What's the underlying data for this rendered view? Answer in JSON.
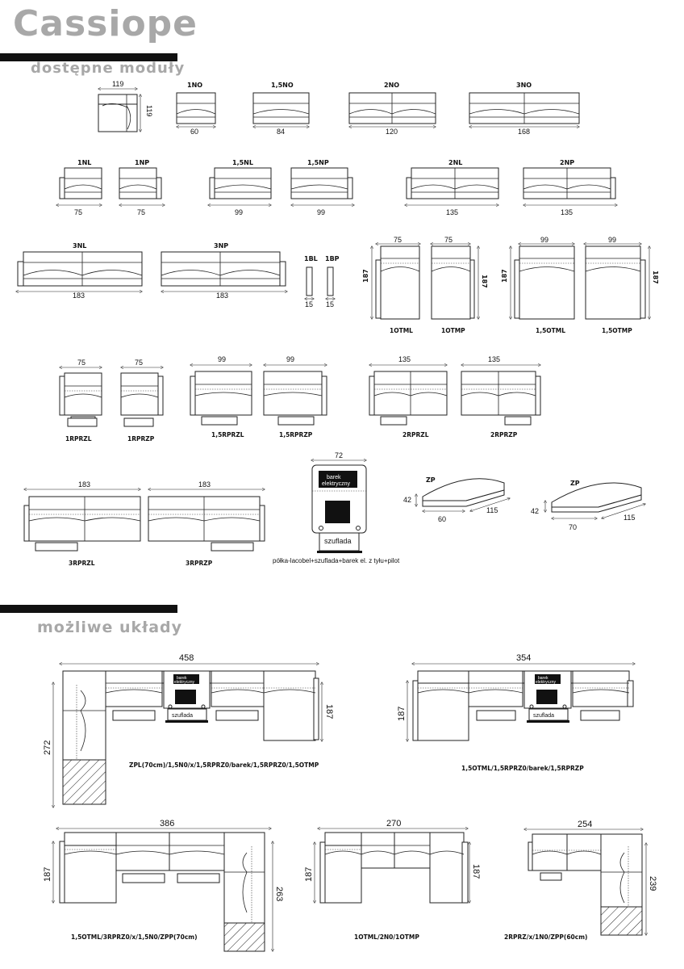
{
  "title": "Cassiope",
  "sections": {
    "modules": "dostępne moduły",
    "layouts": "możliwe układy"
  },
  "modules": {
    "corner": {
      "w": "119",
      "h": "119"
    },
    "no": [
      {
        "label": "1NO",
        "dim": "60"
      },
      {
        "label": "1,5NO",
        "dim": "84"
      },
      {
        "label": "2NO",
        "dim": "120"
      },
      {
        "label": "3NO",
        "dim": "168"
      }
    ],
    "nl_np": [
      {
        "label": "1NL",
        "dim": "75"
      },
      {
        "label": "1NP",
        "dim": "75"
      },
      {
        "label": "1,5NL",
        "dim": "99"
      },
      {
        "label": "1,5NP",
        "dim": "99"
      },
      {
        "label": "2NL",
        "dim": "135"
      },
      {
        "label": "2NP",
        "dim": "135"
      }
    ],
    "n3": [
      {
        "label": "3NL",
        "dim": "183"
      },
      {
        "label": "3NP",
        "dim": "183"
      }
    ],
    "bl_bp": [
      {
        "label": "1BL",
        "dim": "15"
      },
      {
        "label": "1BP",
        "dim": "15"
      }
    ],
    "otm": [
      {
        "label": "1OTML",
        "dim": "75",
        "depth": "187"
      },
      {
        "label": "1OTMP",
        "dim": "75",
        "depth": "187"
      },
      {
        "label": "1,5OTML",
        "dim": "99",
        "depth": "187"
      },
      {
        "label": "1,5OTMP",
        "dim": "99",
        "depth": "187"
      }
    ],
    "rprz": [
      {
        "label": "1RPRZL",
        "dim": "75"
      },
      {
        "label": "1RPRZP",
        "dim": "75"
      },
      {
        "label": "1,5RPRZL",
        "dim": "99"
      },
      {
        "label": "1,5RPRZP",
        "dim": "99"
      },
      {
        "label": "2RPRZL",
        "dim": "135"
      },
      {
        "label": "2RPRZP",
        "dim": "135"
      }
    ],
    "rprz3": [
      {
        "label": "3RPRZL",
        "dim": "183"
      },
      {
        "label": "3RPRZP",
        "dim": "183"
      }
    ],
    "barek": {
      "dim": "72",
      "top_label_1": "barek",
      "top_label_2": "elektryczny",
      "drawer": "szuflada",
      "caption": "półka-lacobel+szuflada+barek el. z tyłu+pilot"
    },
    "zp": [
      {
        "label": "ZP",
        "h": "42",
        "w": "60",
        "d": "115"
      },
      {
        "label": "ZP",
        "h": "42",
        "w": "70",
        "d": "115"
      }
    ]
  },
  "layouts": [
    {
      "caption": "ZPL(70cm)/1,5N0/x/1,5RPRZ0/barek/1,5RPRZ0/1,5OTMP",
      "w": "458",
      "h": "272",
      "d": "187"
    },
    {
      "caption": "1,5OTML/1,5RPRZ0/barek/1,5RPRZP",
      "w": "354",
      "d": "187"
    },
    {
      "caption": "1,5OTML/3RPRZ0/x/1,5N0/ZPP(70cm)",
      "w": "386",
      "h": "187",
      "d": "263"
    },
    {
      "caption": "1OTML/2N0/1OTMP",
      "w": "270",
      "h": "187",
      "d": "187"
    },
    {
      "caption": "2RPRZ/x/1N0/ZPP(60cm)",
      "w": "254",
      "d": "239"
    }
  ]
}
